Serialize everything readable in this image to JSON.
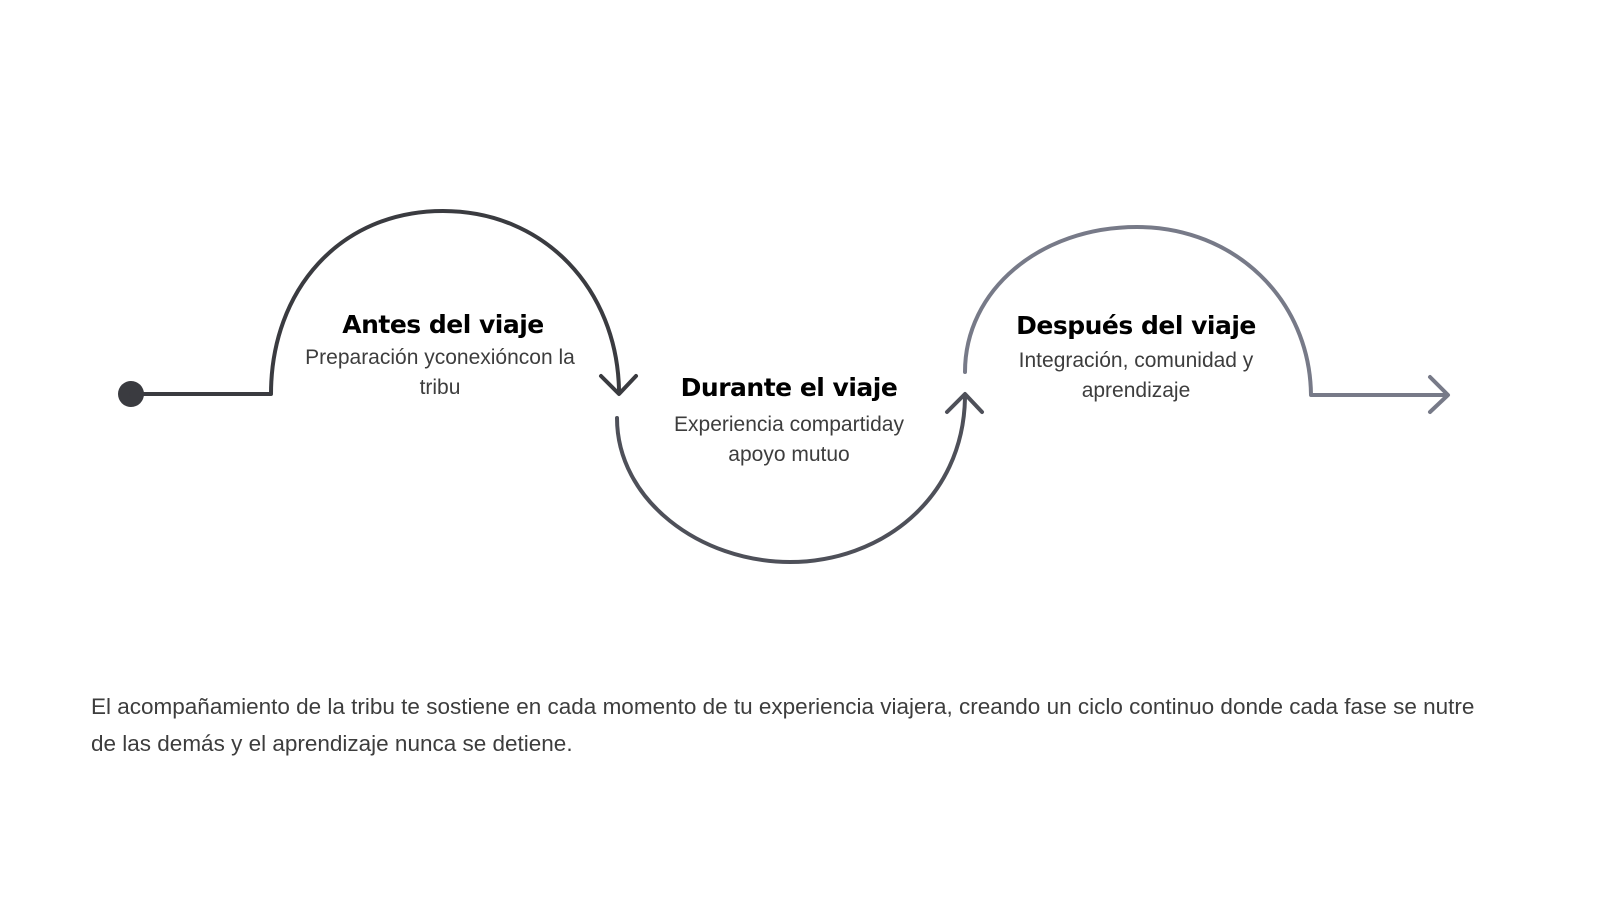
{
  "stages": [
    {
      "title": "Antes del viaje",
      "description": "Preparación yconexióncon la tribu",
      "color": "#3a3b40"
    },
    {
      "title": "Durante el viaje",
      "description": "Experiencia compartiday apoyo mutuo",
      "color": "#4e5059"
    },
    {
      "title": "Después del viaje",
      "description": "Integración, comunidad y aprendizaje",
      "color": "#777a88"
    }
  ],
  "summary": "El acompañamiento de la tribu te sostiene en cada momento de tu experiencia viajera, creando un ciclo continuo donde cada fase se nutre de las demás y el aprendizaje nunca se detiene."
}
